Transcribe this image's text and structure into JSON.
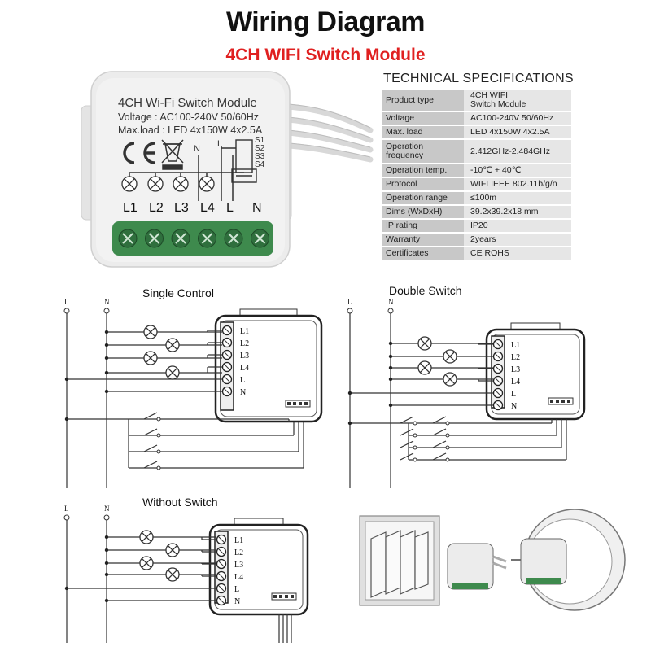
{
  "header": {
    "title": "Wiring Diagram",
    "subtitle": "4CH WIFI Switch Module"
  },
  "product": {
    "name": "4CH Wi-Fi Switch Module",
    "voltage": "Voltage : AC100-240V 50/60Hz",
    "maxload": "Max.load : LED 4x150W  4x2.5A",
    "terminals": [
      "L1",
      "L2",
      "L3",
      "L4",
      "L",
      "N"
    ],
    "top_labels": [
      "N",
      "L"
    ],
    "switch_labels": [
      "S1",
      "S2",
      "S3",
      "S4"
    ]
  },
  "specs": {
    "heading": "TECHNICAL SPECIFICATIONS",
    "rows": [
      {
        "k": "Product type",
        "v": "4CH WIFI\nSwitch Module"
      },
      {
        "k": "Voltage",
        "v": "AC100-240V 50/60Hz"
      },
      {
        "k": "Max. load",
        "v": "LED 4x150W  4x2.5A"
      },
      {
        "k": "Operation\nfrequency",
        "v": "2.412GHz-2.484GHz"
      },
      {
        "k": "Operation temp.",
        "v": "-10℃ + 40℃"
      },
      {
        "k": "Protocol",
        "v": "WIFI  IEEE 802.11b/g/n"
      },
      {
        "k": "Operation range",
        "v": "≤100m"
      },
      {
        "k": "Dims (WxDxH)",
        "v": "39.2x39.2x18 mm"
      },
      {
        "k": "IP rating",
        "v": "IP20"
      },
      {
        "k": "Warranty",
        "v": "2years"
      },
      {
        "k": "Certificates",
        "v": "CE ROHS"
      }
    ]
  },
  "panels": {
    "single": {
      "title": "Single Control",
      "line_l": "L",
      "line_n": "N"
    },
    "double": {
      "title": "Double Switch",
      "line_l": "L",
      "line_n": "N"
    },
    "without": {
      "title": "Without Switch",
      "line_l": "L",
      "line_n": "N"
    }
  },
  "terminal_labels": [
    "L1",
    "L2",
    "L3",
    "L4",
    "L",
    "N"
  ],
  "colors": {
    "subtitle": "#e02020",
    "terminal_green": "#3e8a4d",
    "module_body": "#ececec",
    "spec_key_bg": "#c8c8c8",
    "spec_val_bg": "#e6e6e6"
  }
}
